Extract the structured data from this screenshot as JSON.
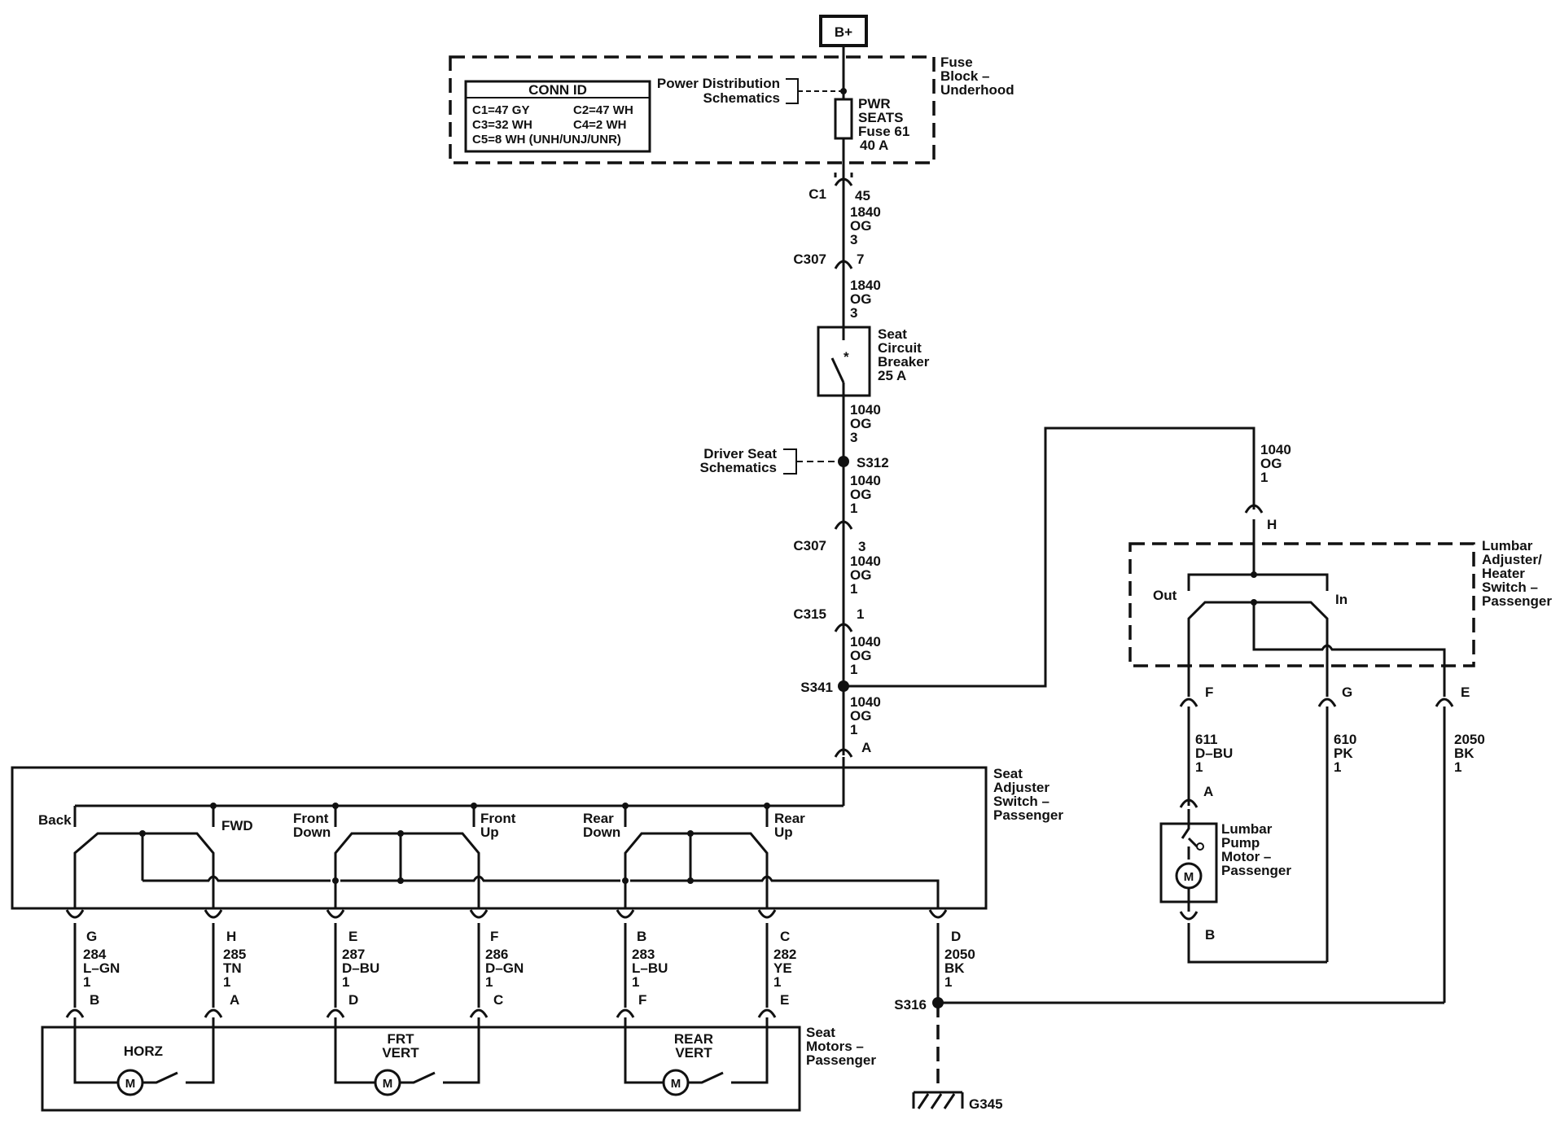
{
  "source": {
    "label": "B+"
  },
  "fuse_block": {
    "title": [
      "Fuse",
      "Block –",
      "Underhood"
    ],
    "conn_id_header": "CONN ID",
    "conn_id_rows": [
      [
        "C1=47 GY",
        "C2=47 WH"
      ],
      [
        "C3=32 WH",
        "C4=2 WH"
      ],
      [
        "C5=8 WH (UNH/UNJ/UNR)",
        ""
      ]
    ],
    "power_dist_ref": [
      "Power Distribution",
      "Schematics"
    ],
    "fuse_label": [
      "PWR",
      "SEATS",
      "Fuse 61",
      "40 A"
    ]
  },
  "main_circuit": {
    "c1_pin": {
      "connector": "C1",
      "pin": "45"
    },
    "wire_1840_a": [
      "1840",
      "OG",
      "3"
    ],
    "c307_pin7": {
      "connector": "C307",
      "pin": "7"
    },
    "wire_1840_b": [
      "1840",
      "OG",
      "3"
    ],
    "breaker_label": [
      "Seat",
      "Circuit",
      "Breaker",
      "25 A"
    ],
    "wire_1040_a": [
      "1040",
      "OG",
      "3"
    ],
    "driver_seat_ref": [
      "Driver Seat",
      "Schematics"
    ],
    "splice_s312": "S312",
    "wire_1040_b": [
      "1040",
      "OG",
      "1"
    ],
    "c307_pin3": {
      "connector": "C307",
      "pin": "3"
    },
    "wire_1040_c": [
      "1040",
      "OG",
      "1"
    ],
    "c315_pin1": {
      "connector": "C315",
      "pin": "1"
    },
    "wire_1040_d": [
      "1040",
      "OG",
      "1"
    ],
    "splice_s341": "S341",
    "wire_1040_e": [
      "1040",
      "OG",
      "1"
    ],
    "switch_pin_a": "A"
  },
  "seat_adjuster_switch": {
    "title": [
      "Seat",
      "Adjuster",
      "Switch –",
      "Passenger"
    ],
    "labels": {
      "back": "Back",
      "fwd": "FWD",
      "front_down": [
        "Front",
        "Down"
      ],
      "front_up": [
        "Front",
        "Up"
      ],
      "rear_down": [
        "Rear",
        "Down"
      ],
      "rear_up": [
        "Rear",
        "Up"
      ]
    }
  },
  "motor_harness": [
    {
      "switch_pin": "G",
      "circuit": "284",
      "color": "L–GN",
      "gauge": "1",
      "motor_pin": "B"
    },
    {
      "switch_pin": "H",
      "circuit": "285",
      "color": "TN",
      "gauge": "1",
      "motor_pin": "A"
    },
    {
      "switch_pin": "E",
      "circuit": "287",
      "color": "D–BU",
      "gauge": "1",
      "motor_pin": "D"
    },
    {
      "switch_pin": "F",
      "circuit": "286",
      "color": "D–GN",
      "gauge": "1",
      "motor_pin": "C"
    },
    {
      "switch_pin": "B",
      "circuit": "283",
      "color": "L–BU",
      "gauge": "1",
      "motor_pin": "F"
    },
    {
      "switch_pin": "C",
      "circuit": "282",
      "color": "YE",
      "gauge": "1",
      "motor_pin": "E"
    }
  ],
  "ground_wire": {
    "switch_pin": "D",
    "circuit": "2050",
    "color": "BK",
    "gauge": "1",
    "splice": "S316",
    "ground": "G345"
  },
  "seat_motors": {
    "title": [
      "Seat",
      "Motors –",
      "Passenger"
    ],
    "motors": [
      [
        "HORZ"
      ],
      [
        "FRT",
        "VERT"
      ],
      [
        "REAR",
        "VERT"
      ]
    ],
    "motor_symbol": "M"
  },
  "lumbar_switch": {
    "feed_wire": [
      "1040",
      "OG",
      "1"
    ],
    "pin_h": "H",
    "title": [
      "Lumbar",
      "Adjuster/",
      "Heater",
      "Switch –",
      "Passenger"
    ],
    "out_label": "Out",
    "in_label": "In",
    "pins": [
      {
        "pin": "F",
        "circuit": "611",
        "color": "D–BU",
        "gauge": "1"
      },
      {
        "pin": "G",
        "circuit": "610",
        "color": "PK",
        "gauge": "1"
      },
      {
        "pin": "E",
        "circuit": "2050",
        "color": "BK",
        "gauge": "1"
      }
    ]
  },
  "lumbar_motor": {
    "title": [
      "Lumbar",
      "Pump",
      "Motor –",
      "Passenger"
    ],
    "pin_a": "A",
    "pin_b": "B",
    "motor_symbol": "M"
  }
}
